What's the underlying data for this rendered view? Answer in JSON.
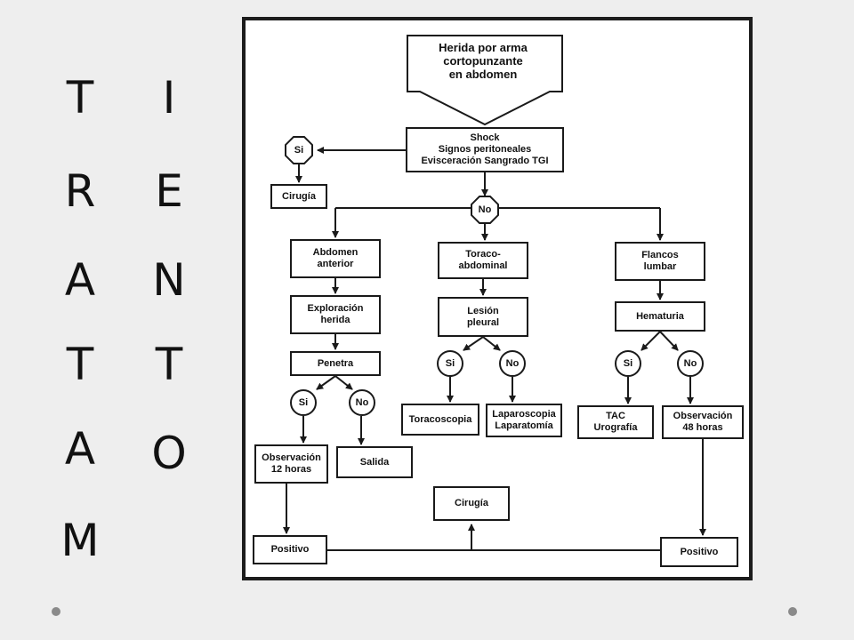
{
  "side_letters": {
    "col1": [
      "T",
      "R",
      "A",
      "T",
      "A",
      "M"
    ],
    "col2": [
      "I",
      "E",
      "N",
      "T",
      "O"
    ]
  },
  "flow": {
    "start": "Herida por arma\ncortopunzante\nen abdomen",
    "shock": "Shock\nSignos peritoneales\nEvisceración Sangrado TGI",
    "si_top": "Si",
    "no_top": "No",
    "cirugia_top": "Cirugía",
    "abdomen": "Abdomen\nanterior",
    "toraco": "Toraco-\nabdominal",
    "flancos": "Flancos\nlumbar",
    "exploracion": "Exploración\nherida",
    "lesion": "Lesión\npleural",
    "hematuria": "Hematuria",
    "penetra": "Penetra",
    "si_pen": "Si",
    "no_pen": "No",
    "si_les": "Si",
    "no_les": "No",
    "si_hem": "Si",
    "no_hem": "No",
    "obs12": "Observación\n12 horas",
    "salida": "Salida",
    "toracoscopia": "Toracoscopia",
    "laparo": "Laparoscopia\nLaparatomía",
    "tac": "TAC\nUrografía",
    "obs48": "Observación\n48 horas",
    "cirugia_bottom": "Cirugía",
    "positivo_left": "Positivo",
    "positivo_right": "Positivo"
  }
}
